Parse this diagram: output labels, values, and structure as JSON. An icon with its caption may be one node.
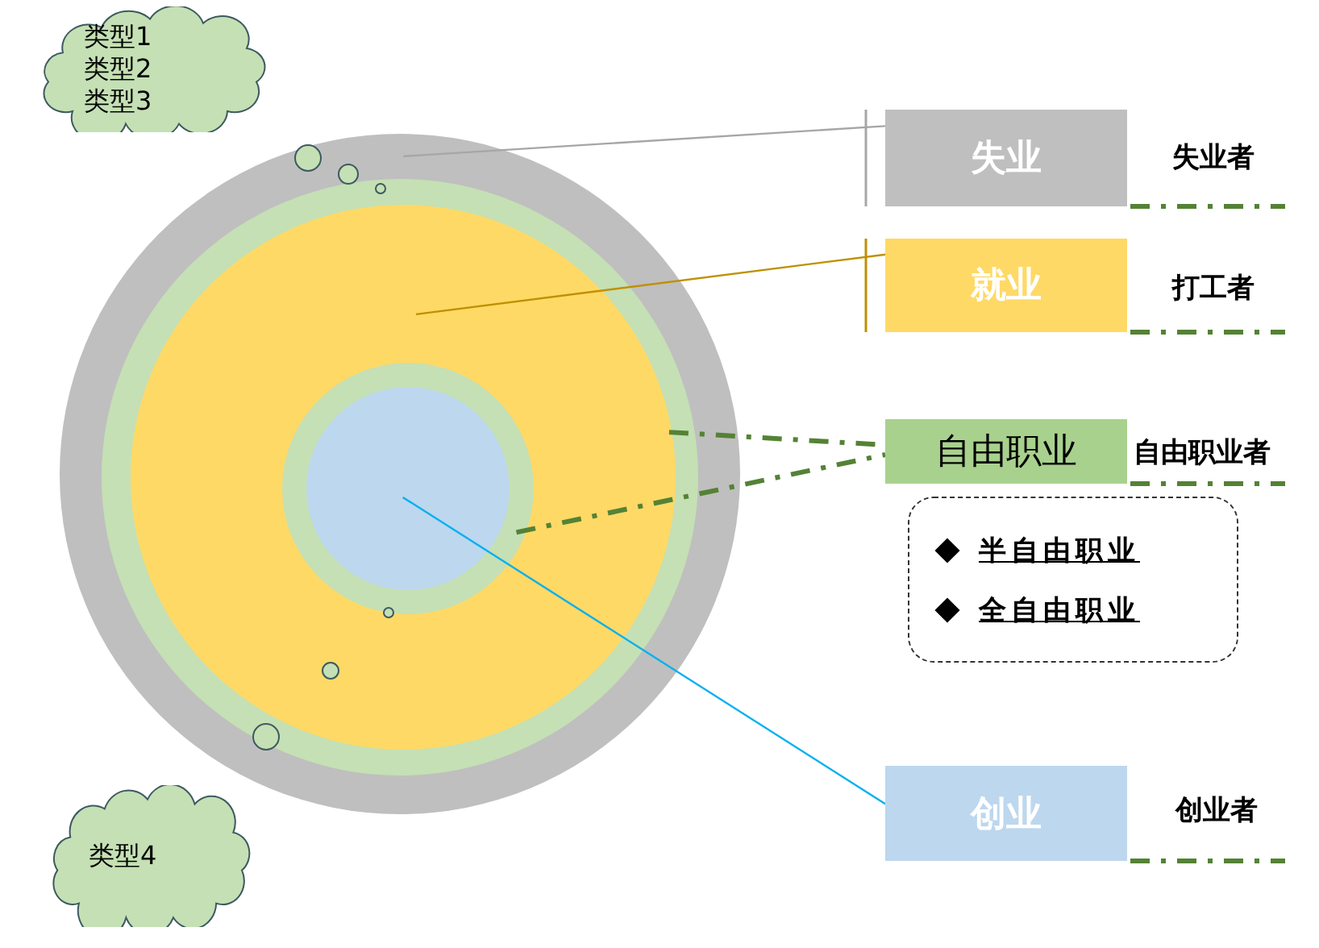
{
  "diagram": {
    "nodes": [
      {
        "text": [
          "类型1",
          "类型2",
          "类型3"
        ]
      },
      {
        "text": [
          "类型4"
        ]
      },
      {
        "text": [],
        "shape": "circle"
      },
      {
        "text": [],
        "shape": "circle",
        "in": 2
      },
      {
        "text": [],
        "shape": "circle",
        "in": 3
      },
      {
        "text": [],
        "shape": "circle",
        "in": 4
      },
      {
        "text": [],
        "shape": "circle",
        "in": 5
      },
      {
        "text": [
          "失业"
        ],
        "beside": [
          "失业者"
        ]
      },
      {
        "text": [
          "就业"
        ],
        "beside": [
          "打工者"
        ]
      },
      {
        "text": [
          "自由职业"
        ],
        "beside": [
          "自由职业者"
        ]
      },
      {
        "text": [
          "半自由职业",
          "全自由职业"
        ]
      },
      {
        "text": [
          "创业"
        ],
        "beside": [
          "创业者"
        ]
      }
    ],
    "edges": [
      {
        "from": 2,
        "to": 7,
        "arrow": "none",
        "color": "#a6a6a6"
      },
      {
        "from": 4,
        "to": 8,
        "arrow": "none",
        "color": "#bf9000"
      },
      {
        "from": 3,
        "to": 9,
        "arrow": "none",
        "style": "dashed",
        "color": "#548235"
      },
      {
        "from": 5,
        "to": 9,
        "arrow": "none",
        "style": "dashed",
        "color": "#548235"
      },
      {
        "from": 6,
        "to": 11,
        "arrow": "none",
        "color": "#00b0f0"
      }
    ]
  }
}
